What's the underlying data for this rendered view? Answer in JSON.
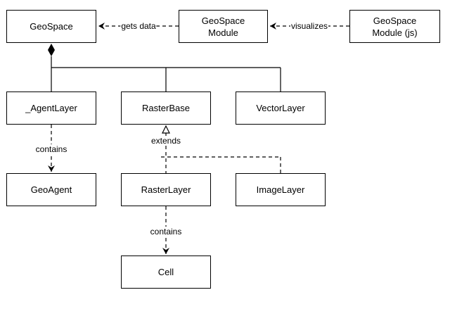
{
  "diagram": {
    "type": "UML class diagram",
    "nodes": {
      "geospace": "GeoSpace",
      "geospace_module": "GeoSpace\nModule",
      "geospace_module_js": "GeoSpace\nModule (js)",
      "agent_layer": "_AgentLayer",
      "raster_base": "RasterBase",
      "vector_layer": "VectorLayer",
      "geo_agent": "GeoAgent",
      "raster_layer": "RasterLayer",
      "image_layer": "ImageLayer",
      "cell": "Cell"
    },
    "edges": {
      "gets_data": "gets data",
      "visualizes": "visualizes",
      "contains_agents": "contains",
      "extends": "extends",
      "contains_cells": "contains"
    },
    "relations": [
      {
        "from": "GeoSpace Module",
        "to": "GeoSpace",
        "label": "gets data",
        "style": "dependency"
      },
      {
        "from": "GeoSpace Module (js)",
        "to": "GeoSpace Module",
        "label": "visualizes",
        "style": "dependency"
      },
      {
        "from": "GeoSpace",
        "to": [
          "_AgentLayer",
          "RasterBase",
          "VectorLayer"
        ],
        "label": "",
        "style": "composition"
      },
      {
        "from": "_AgentLayer",
        "to": "GeoAgent",
        "label": "contains",
        "style": "dependency"
      },
      {
        "from": [
          "RasterLayer",
          "ImageLayer"
        ],
        "to": "RasterBase",
        "label": "extends",
        "style": "realization"
      },
      {
        "from": "RasterLayer",
        "to": "Cell",
        "label": "contains",
        "style": "dependency"
      }
    ]
  }
}
